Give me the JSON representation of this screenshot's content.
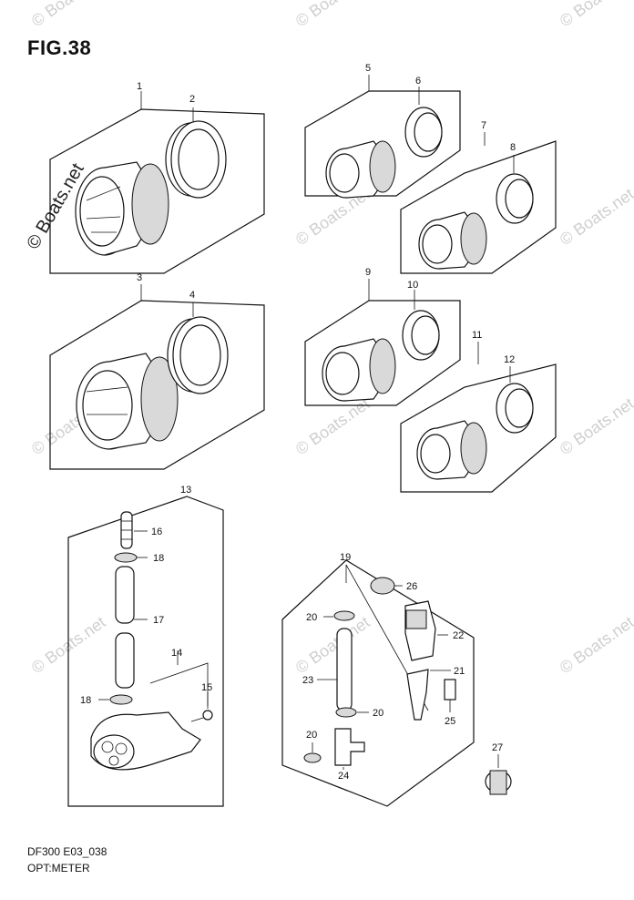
{
  "figure": {
    "title": "FIG.38",
    "code": "DF300 E03_038",
    "name": "OPT:METER"
  },
  "watermark": "© Boats.net",
  "callouts": [
    "1",
    "2",
    "3",
    "4",
    "5",
    "6",
    "7",
    "8",
    "9",
    "10",
    "11",
    "12",
    "13",
    "14",
    "15",
    "16",
    "17",
    "18",
    "19",
    "20",
    "21",
    "22",
    "23",
    "24",
    "25",
    "26",
    "27"
  ],
  "colors": {
    "line": "#111111",
    "watermark": "#cfcfcf",
    "background": "#ffffff"
  }
}
